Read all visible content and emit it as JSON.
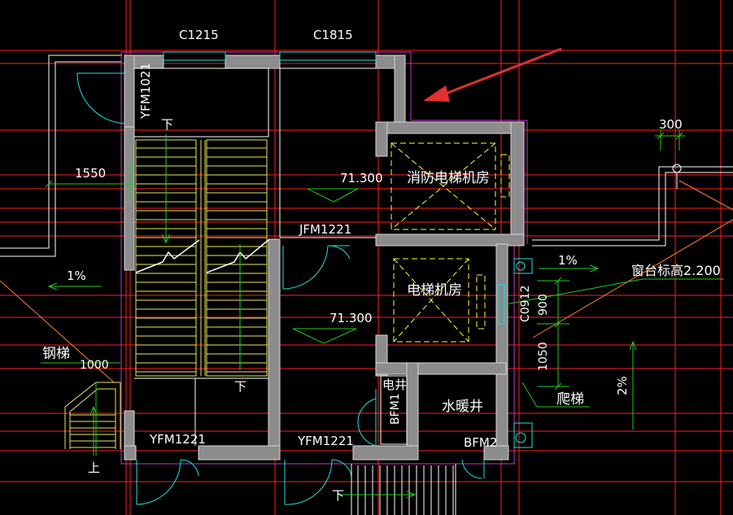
{
  "colors": {
    "background": "#000000",
    "grid": "#ff1e1e",
    "wall_fill": "#8c8c8c",
    "wall_edge": "#d9d9d9",
    "outline": "#ffffff",
    "boundary": "#cc33cc",
    "door": "#22e0e0",
    "stair": "#e8e85a",
    "annotation": "#22cc22",
    "equipment": "#ffff33",
    "pointer_arrow": "#e03030",
    "slope_line": "#ff7f27"
  },
  "labels": {
    "window_c1215": "C1215",
    "window_c1815": "C1815",
    "door_yfm1021": "YFM1021",
    "door_jfm1221": "JFM1221",
    "door_yfm1221_left": "YFM1221",
    "door_yfm1221_mid": "YFM1221",
    "door_bfm2": "BFM2",
    "door_bfm1": "BFM1",
    "window_c0912": "C0912",
    "room_fire_elevator": "消防电梯机房",
    "room_elevator": "电梯机房",
    "room_plumbing_shaft": "水暖井",
    "room_electric_shaft": "电井",
    "elev_1": "71.300",
    "elev_2": "71.300",
    "dim_1550": "1550",
    "dim_300": "300",
    "dim_1000": "1000",
    "dim_900": "900",
    "dim_1050": "1050",
    "slope_left": "1%",
    "slope_right": "1%",
    "slope_2pct": "2%",
    "steel_ladder": "钢梯",
    "climbing_ladder": "爬梯",
    "window_sill_height": "窗台标高2.200",
    "down_1": "下",
    "down_2": "下",
    "down_3": "下",
    "up_1": "上"
  }
}
